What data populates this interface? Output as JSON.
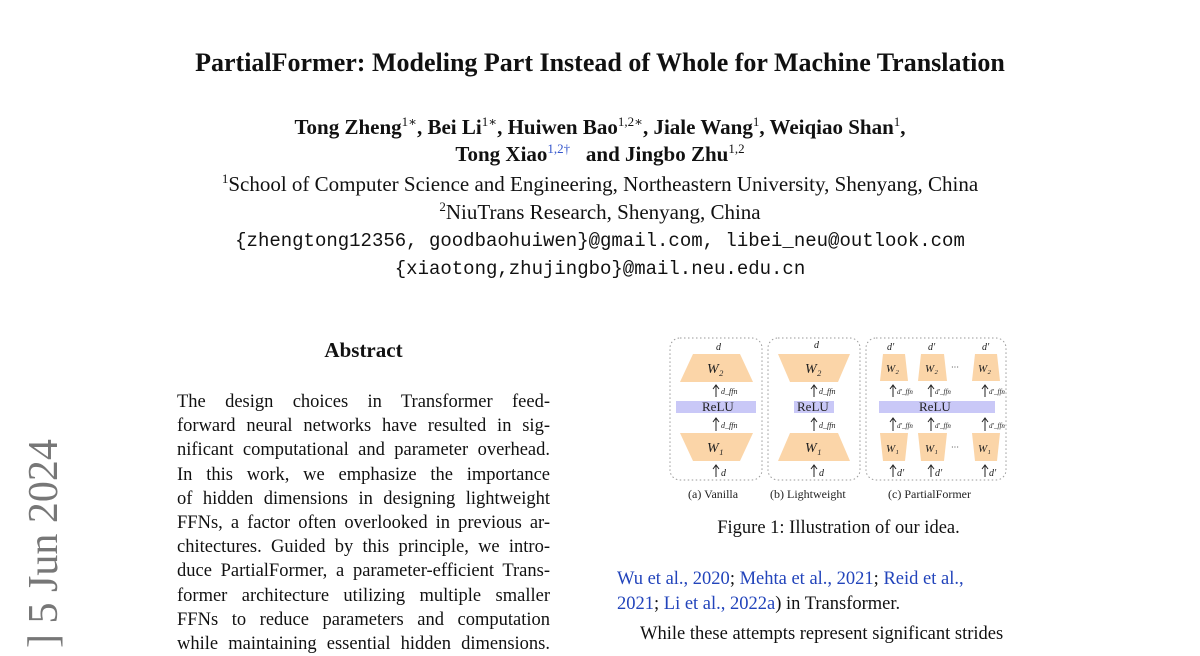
{
  "title": "PartialFormer: Modeling Part Instead of Whole for Machine Translation",
  "authors": [
    {
      "name": "Tong Zheng",
      "sup": "1∗"
    },
    {
      "name": "Bei Li",
      "sup": "1∗"
    },
    {
      "name": "Huiwen Bao",
      "sup": "1,2∗"
    },
    {
      "name": "Jiale Wang",
      "sup": "1"
    },
    {
      "name": "Weiqiao Shan",
      "sup": "1"
    },
    {
      "name": "Tong Xiao",
      "sup": "1,2†"
    },
    {
      "name": "Jingbo Zhu",
      "sup": "1,2"
    }
  ],
  "and": "and",
  "affiliations": [
    {
      "sup": "1",
      "text": "School of Computer Science and Engineering, Northeastern University, Shenyang, China"
    },
    {
      "sup": "2",
      "text": "NiuTrans Research, Shenyang, China"
    }
  ],
  "emails": [
    "{zhengtong12356, goodbaohuiwen}@gmail.com, libei_neu@outlook.com",
    "{xiaotong,zhujingbo}@mail.neu.edu.cn"
  ],
  "arxiv_stamp": "] 5 Jun 2024",
  "abstract": {
    "heading": "Abstract",
    "lines": [
      "The design choices in Transformer feed-",
      "forward neural networks have resulted in sig-",
      "nificant computational and parameter overhead.",
      "In this work, we emphasize the importance",
      "of hidden dimensions in designing lightweight",
      "FFNs, a factor often overlooked in previous ar-",
      "chitectures. Guided by this principle, we intro-",
      "duce PartialFormer, a parameter-efficient Trans-",
      "former architecture utilizing multiple smaller",
      "FFNs to reduce parameters and computation",
      "while maintaining essential hidden dimensions."
    ]
  },
  "figure": {
    "caption": "Figure 1: Illustration of our idea.",
    "panels": [
      "(a) Vanilla",
      "(b) Lightweight",
      "(c) PartialFormer"
    ],
    "relu": "ReLU",
    "w1": "W₁",
    "w2": "W₂",
    "d": "d",
    "dffn": "d_ffn",
    "dprime": "d′",
    "dffnprime": "d′_ffn",
    "dots": "···",
    "colors": {
      "weight": "#fbd5a8",
      "relu": "#c9c8f7"
    }
  },
  "right": {
    "cite_line1": [
      "Wu et al., 2020",
      ";",
      " Mehta et al., 2021",
      ";",
      " Reid et al.,"
    ],
    "cite_line2": [
      "2021",
      ";",
      " Li et al., 2022a",
      ") in Transformer."
    ],
    "para": "While these attempts represent significant strides"
  }
}
